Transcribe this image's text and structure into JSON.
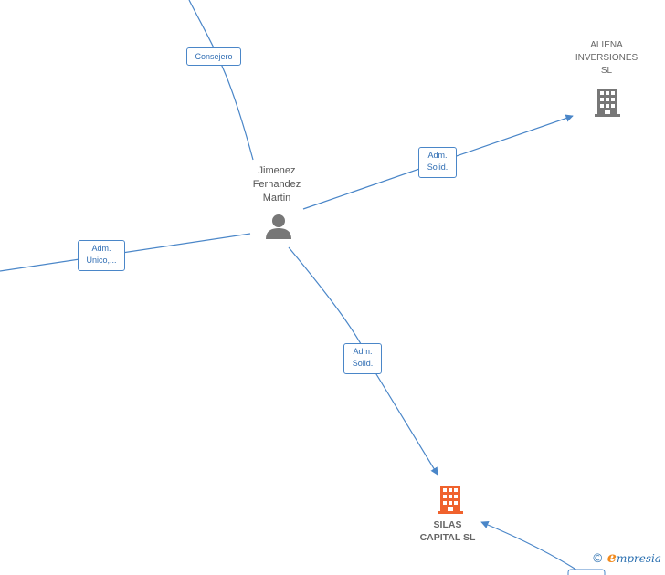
{
  "colors": {
    "edge": "#4a86c8",
    "person_icon": "#777777",
    "company_icon": "#777777",
    "company_highlight": "#f0622d"
  },
  "nodes": {
    "person": {
      "name_lines": [
        "Jimenez",
        "Fernandez",
        "Martin"
      ],
      "icon": "person-icon"
    },
    "aliena": {
      "name_lines": [
        "ALIENA",
        "INVERSIONES",
        "SL"
      ],
      "icon": "building-icon"
    },
    "silas": {
      "name_lines": [
        "SILAS",
        "CAPITAL  SL"
      ],
      "icon": "building-icon"
    }
  },
  "edges": {
    "consejero": {
      "lines": [
        "Consejero"
      ]
    },
    "adm_aliena": {
      "lines": [
        "Adm.",
        "Solid."
      ]
    },
    "adm_unico": {
      "lines": [
        "Adm.",
        "Unico,..."
      ]
    },
    "adm_silas": {
      "lines": [
        "Adm.",
        "Solid."
      ]
    }
  },
  "brand": {
    "copyright": "©",
    "initial": "e",
    "rest": "mpresia"
  }
}
